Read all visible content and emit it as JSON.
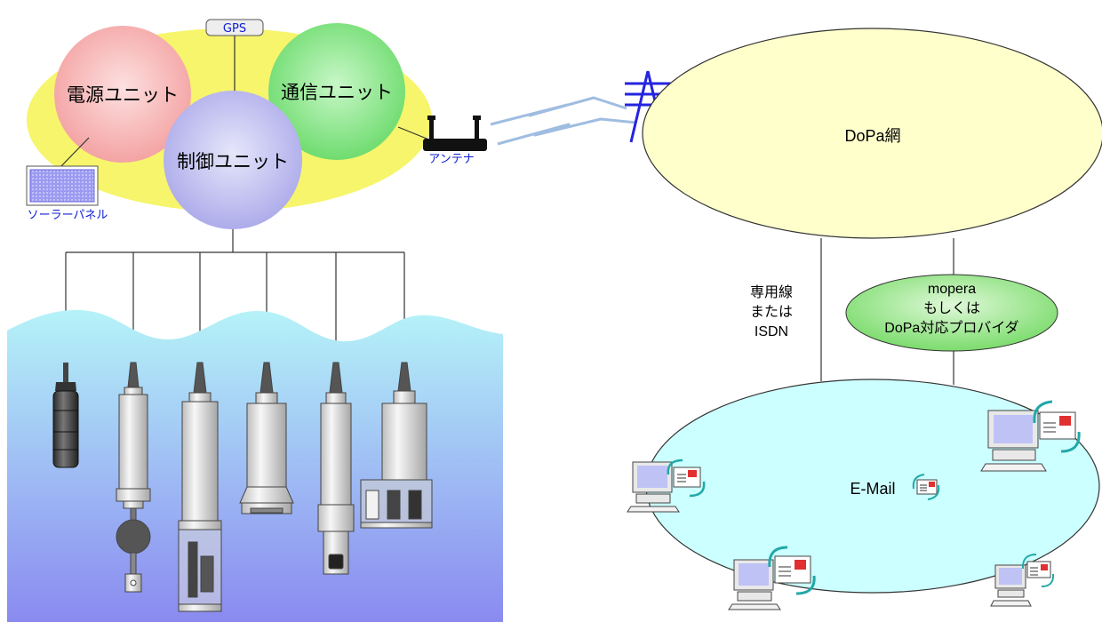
{
  "units": {
    "power": "電源ユニット",
    "comm": "通信ユニット",
    "control": "制御ユニット"
  },
  "devices": {
    "gps": "GPS",
    "antenna": "アンテナ",
    "solar": "ソーラーパネル"
  },
  "networks": {
    "dopa": "DoPa網",
    "email": "E-Mail"
  },
  "links": {
    "leased_line": [
      "専用線",
      "または",
      "ISDN"
    ],
    "provider": [
      "mopera",
      "もしくは",
      "DoPa対応プロバイダ"
    ]
  },
  "colors": {
    "yellow_base": "#f6f56c",
    "power_unit": "#f4a3a3",
    "comm_unit": "#7ee37e",
    "control_unit": "#b8b6ee",
    "dopa_network": "#ffffcc",
    "email_network": "#ccffff",
    "provider_cloud": "#8fe57e",
    "water_top": "#aef1f7",
    "water_bottom": "#8c8cf0",
    "label_blue": "#1020d0"
  }
}
